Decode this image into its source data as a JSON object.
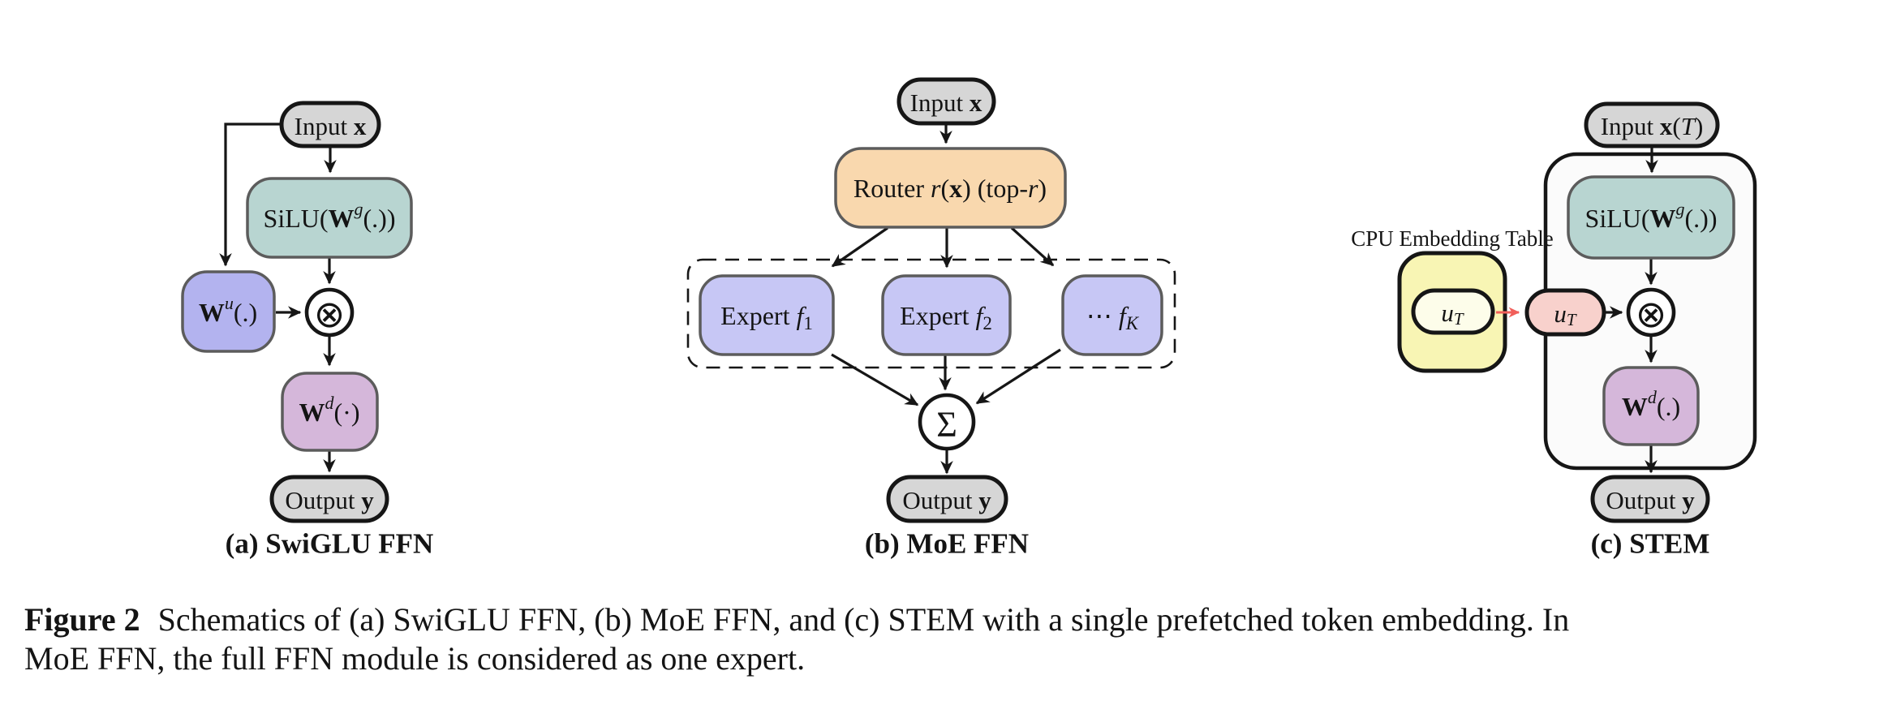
{
  "palette": {
    "node_gray": "#d6d6d6",
    "teal": "#b8d5d1",
    "lavender": "#b3b3ef",
    "periwinkle": "#c7c7f5",
    "mauve": "#d5b7da",
    "orange": "#f9d8ae",
    "yellow": "#f8f5b4",
    "cream": "#fdfdea",
    "pink": "#f8d1cc",
    "red_accent": "#f15f5a",
    "ink": "#161616",
    "container_fill": "#fbfbfb"
  },
  "a": {
    "input": {
      "t1": "Input ",
      "t2": "x"
    },
    "silu": {
      "t1": "SiLU(",
      "t2": "W",
      "t3": "g",
      "t4": "(.))"
    },
    "wu": {
      "t1": "W",
      "t2": "u",
      "t3": "(.)"
    },
    "otimes": "⊗",
    "wd": {
      "t1": "W",
      "t2": "d",
      "t3": "(·)"
    },
    "output": {
      "t1": "Output ",
      "t2": "y"
    },
    "caption": "(a) SwiGLU FFN"
  },
  "b": {
    "input": {
      "t1": "Input ",
      "t2": "x"
    },
    "router": {
      "t1": "Router ",
      "t2": "r",
      "t3": "(",
      "t4": "x",
      "t5": ") (top-",
      "t6": "r",
      "t7": ")"
    },
    "expert1": {
      "t1": "Expert ",
      "t2": "f",
      "t3": "1"
    },
    "expert2": {
      "t1": "Expert ",
      "t2": "f",
      "t3": "2"
    },
    "expertk": {
      "t1": "⋯ ",
      "t2": "f",
      "t3": "K"
    },
    "sum": "Σ",
    "output": {
      "t1": "Output ",
      "t2": "y"
    },
    "caption": "(b) MoE FFN"
  },
  "c": {
    "cpu_label": "CPU Embedding Table",
    "input": {
      "t1": "Input ",
      "t2": "x",
      "t3": "(",
      "t4": "T",
      "t5": ")"
    },
    "silu": {
      "t1": "SiLU(",
      "t2": "W",
      "t3": "g",
      "t4": "(.))"
    },
    "ut_cpu": {
      "t1": "u",
      "t2": "T"
    },
    "ut_gpu": {
      "t1": "u",
      "t2": "T"
    },
    "otimes": "⊗",
    "wd": {
      "t1": "W",
      "t2": "d",
      "t3": "(.)"
    },
    "output": {
      "t1": "Output ",
      "t2": "y"
    },
    "caption": "(c) STEM"
  },
  "figure_caption": {
    "label": "Figure 2",
    "line1": "Schematics of (a) SwiGLU FFN, (b) MoE FFN, and (c) STEM with a single prefetched token embedding. In",
    "line2": "MoE FFN, the full FFN module is considered as one expert."
  }
}
